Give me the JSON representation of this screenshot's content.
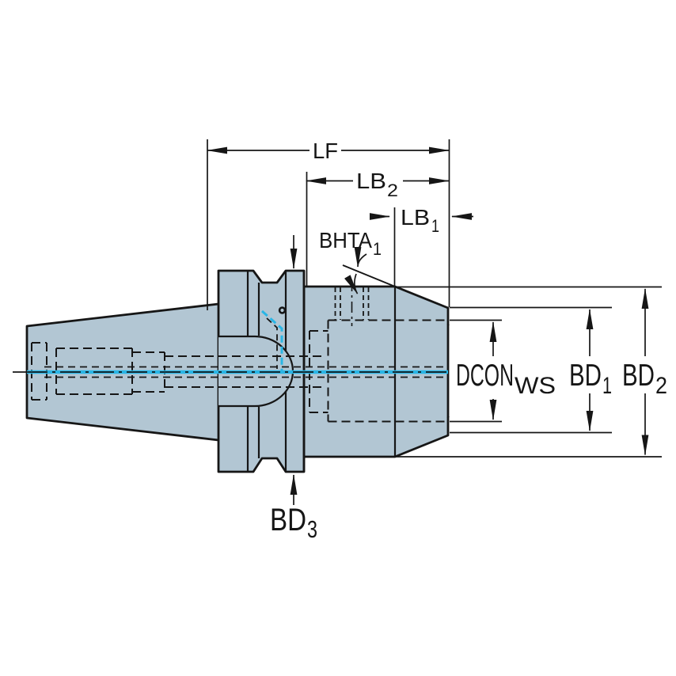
{
  "drawing": {
    "type": "technical-dimension-diagram",
    "subject": "Tool holder adapter with taper shank, V-groove flange and cylindrical body, side cross-section view",
    "labels": {
      "lf": {
        "base": "LF",
        "sub": ""
      },
      "lb2": {
        "base": "LB",
        "sub": "2"
      },
      "lb1": {
        "base": "LB",
        "sub": "1"
      },
      "bhta1": {
        "base": "BHTA",
        "sub": "1"
      },
      "dcon_ws": {
        "base": "DCON",
        "sub": "WS"
      },
      "bd1": {
        "base": "BD",
        "sub": "1"
      },
      "bd2": {
        "base": "BD",
        "sub": "2"
      },
      "bd3": {
        "base": "BD",
        "sub": "3"
      }
    },
    "colors": {
      "metal": "#b2c6d3",
      "line": "#161616",
      "coolant": "#29b6e6",
      "background": "#ffffff"
    }
  }
}
